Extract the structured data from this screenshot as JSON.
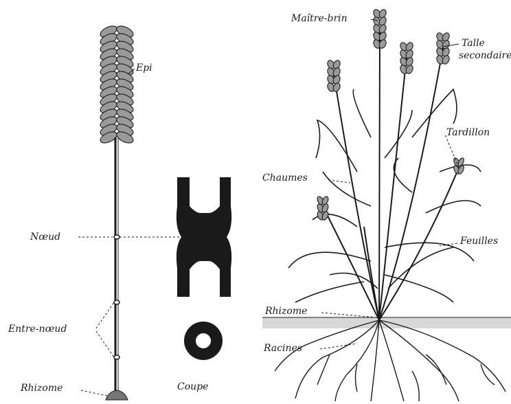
{
  "labels": {
    "epi": "Epi",
    "noeud": "Nœud",
    "entre_noeud": "Entre-nœud",
    "rhizome_left": "Rhizome",
    "coupe": "Coupe",
    "maitre_brin": "Maître-brin",
    "talle_secondaire_1": "Talle",
    "talle_secondaire_2": "secondaire",
    "tardillon": "Tardillon",
    "chaumes": "Chaumes",
    "feuilles": "Feuilles",
    "rhizome_right": "Rhizome",
    "racines": "Racines"
  },
  "colors": {
    "ink": "#1a1a1a",
    "background": "#ffffff",
    "soil": "#d8d8d8"
  }
}
